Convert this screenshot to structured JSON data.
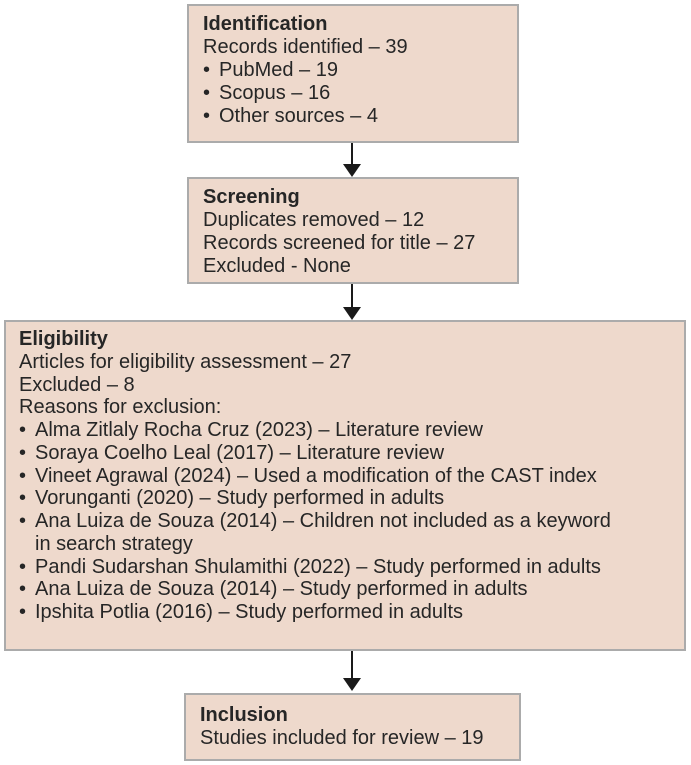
{
  "glyphs": {
    "bullet": "•"
  },
  "colors": {
    "box_fill": "#eed9cc",
    "box_border": "#ababab",
    "arrow": "#1a1a1a",
    "text": "#262626",
    "background": "#ffffff"
  },
  "boxes": [
    {
      "name": "identification",
      "title": "Identification",
      "lines": [
        "Records identified – 39"
      ],
      "bullets": [
        "PubMed – 19",
        "Scopus – 16",
        "Other sources – 4"
      ]
    },
    {
      "name": "screening",
      "title": "Screening",
      "lines": [
        "Duplicates removed – 12",
        "Records screened for title – 27",
        "Excluded - None"
      ]
    },
    {
      "name": "eligibility",
      "title": "Eligibility",
      "lines": [
        "Articles for eligibility assessment – 27",
        "Excluded – 8",
        "Reasons for exclusion:"
      ],
      "bullets": [
        "Alma Zitlaly Rocha Cruz (2023) – Literature review",
        "Soraya Coelho Leal (2017) – Literature review",
        "Vineet Agrawal (2024) – Used a modification of the CAST index",
        "Vorunganti (2020) – Study performed in adults",
        "Ana Luiza de Souza (2014) – Children not included as a keyword\nin search strategy",
        "Pandi Sudarshan Shulamithi (2022) – Study performed in adults",
        "Ana Luiza de Souza (2014) – Study performed in adults",
        "Ipshita Potlia (2016) – Study performed in adults"
      ]
    },
    {
      "name": "inclusion",
      "title": "Inclusion",
      "lines": [
        "Studies included for review – 19"
      ]
    }
  ]
}
